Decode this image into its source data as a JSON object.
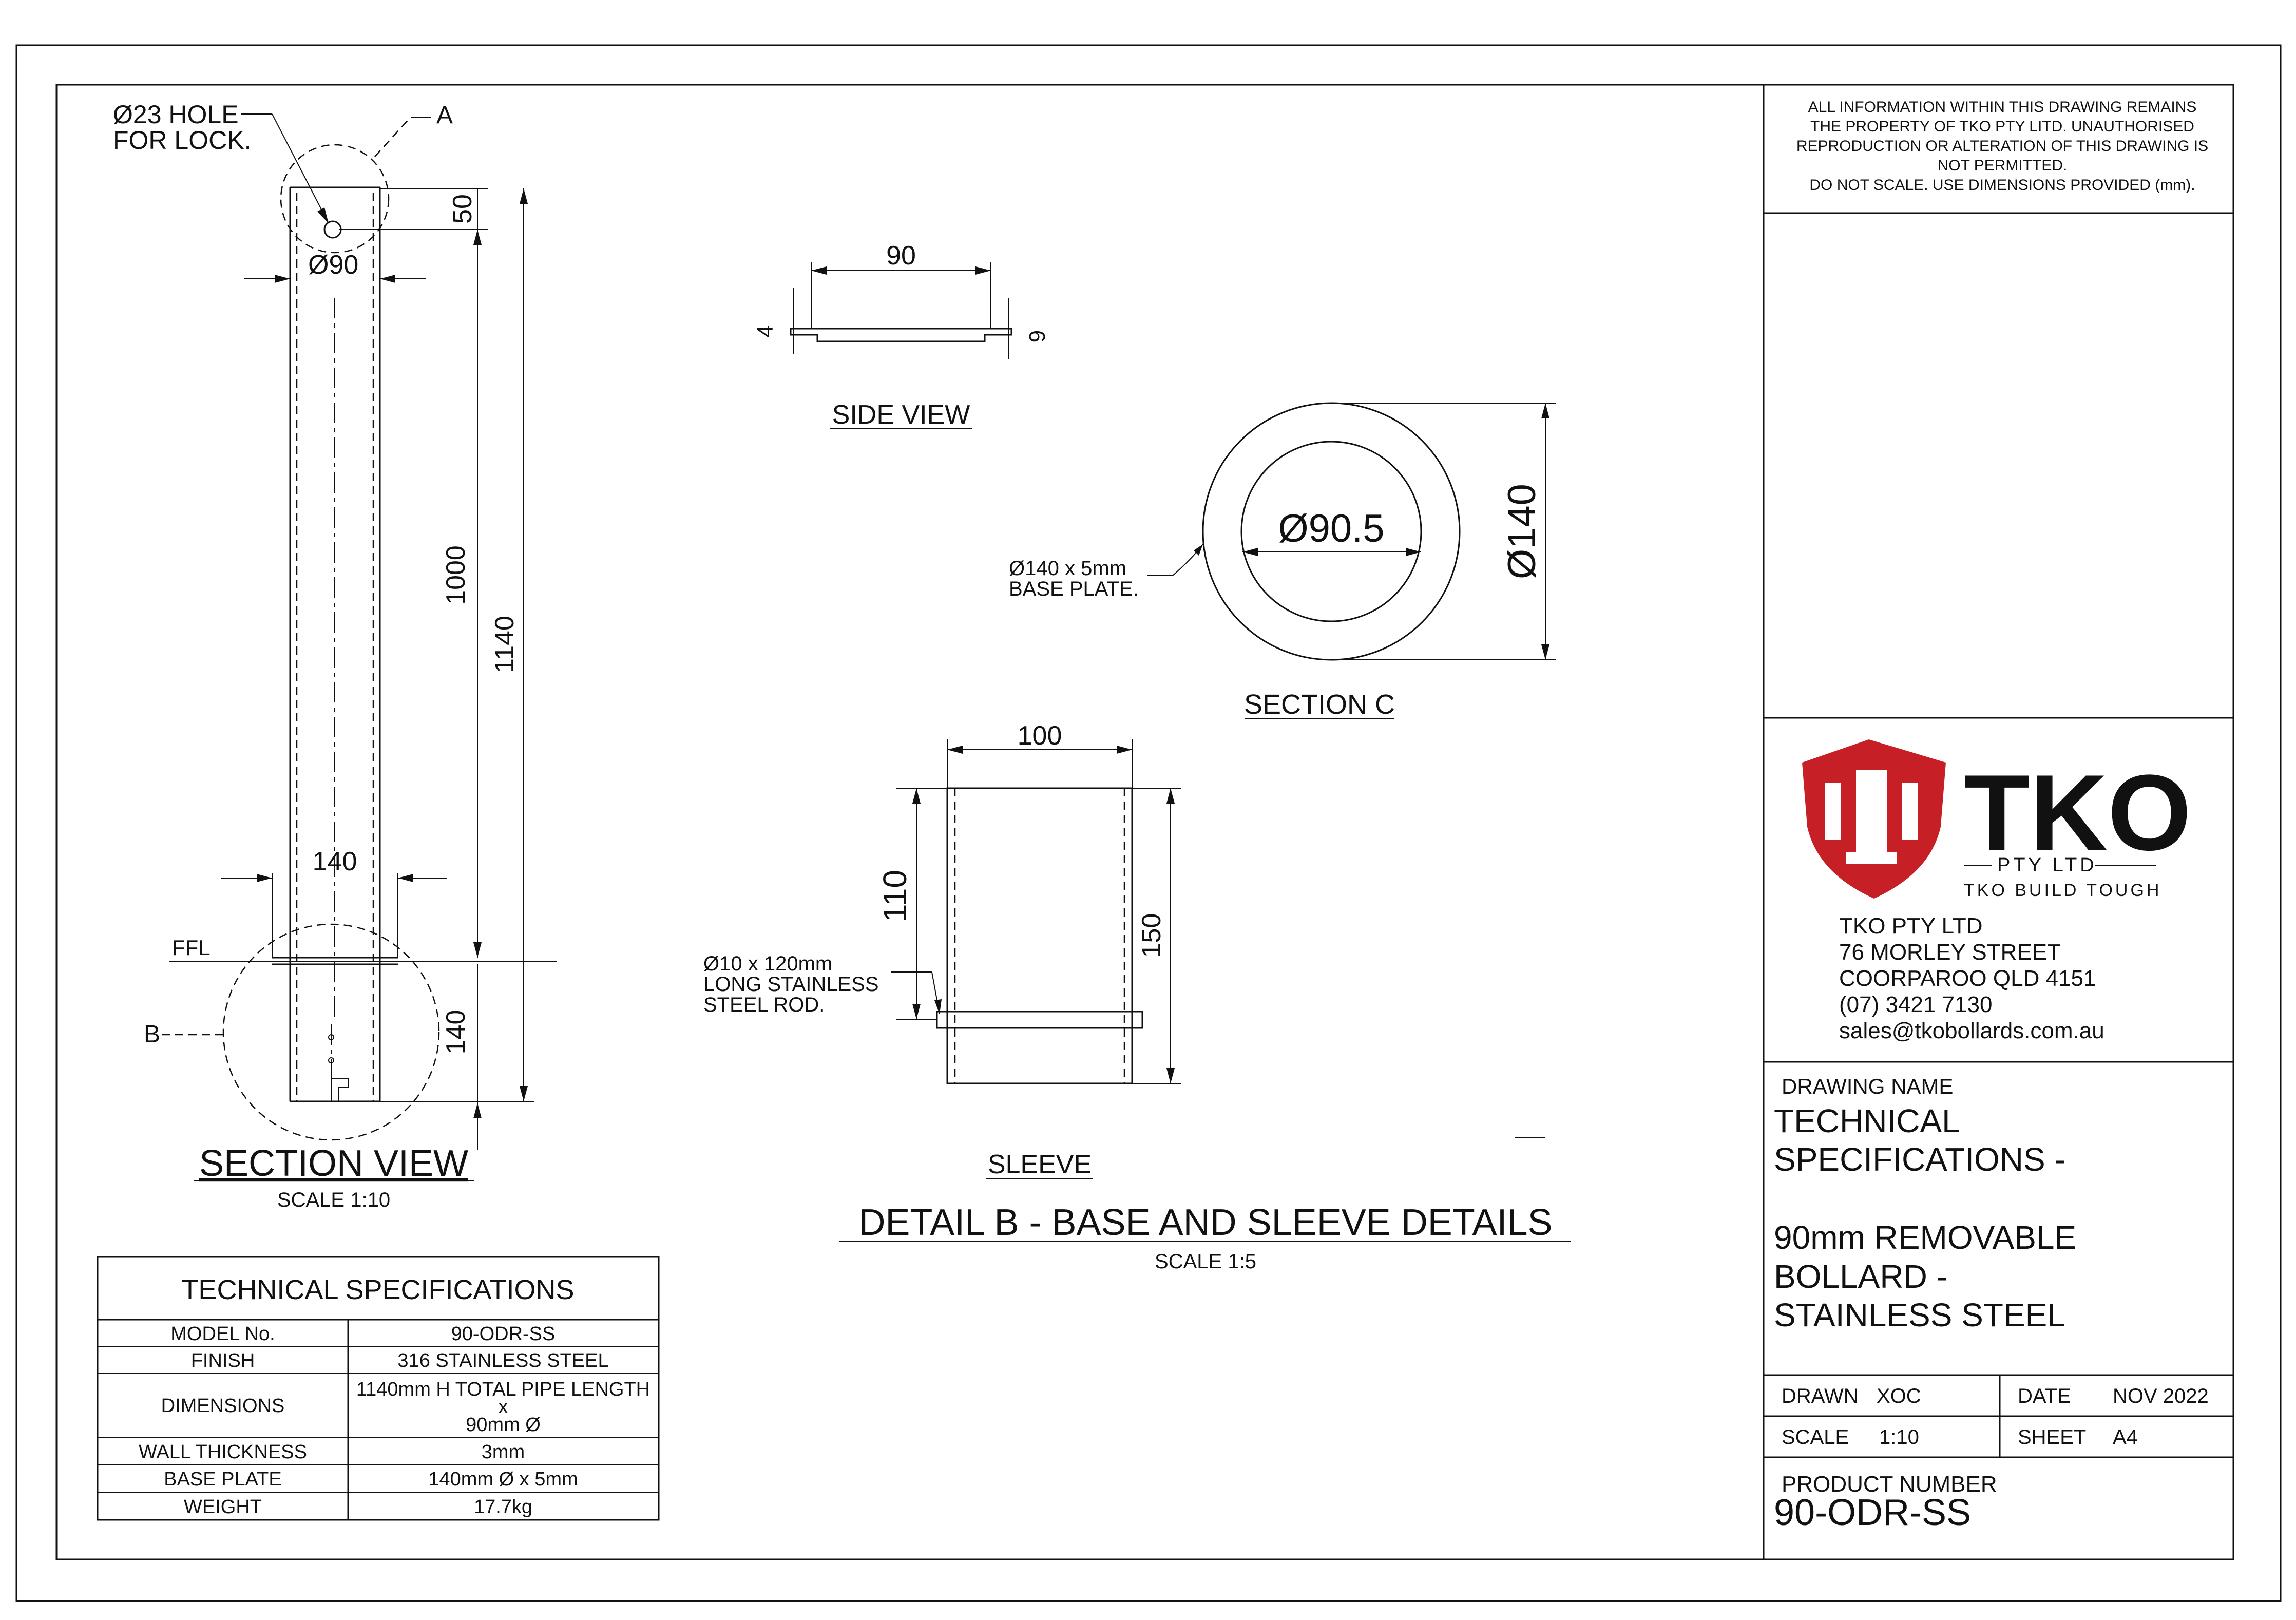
{
  "notice": {
    "lines": [
      "ALL INFORMATION WITHIN THIS DRAWING REMAINS",
      "THE PROPERTY OF TKO PTY LITD. UNAUTHORISED",
      "REPRODUCTION OR ALTERATION OF THIS DRAWING IS",
      "NOT PERMITTED.",
      "DO NOT SCALE. USE DIMENSIONS PROVIDED (mm)."
    ]
  },
  "company": {
    "logo_text": "TKO",
    "logo_sub": "PTY LTD",
    "logo_tagline": "TKO BUILD TOUGH",
    "brand_red": "#c62026",
    "address_lines": [
      "TKO PTY LTD",
      "76 MORLEY STREET",
      "COORPAROO QLD 4151",
      "(07) 3421 7130",
      "sales@tkobollards.com.au"
    ]
  },
  "title_block": {
    "drawing_name_label": "DRAWING NAME",
    "drawing_name_lines": [
      "TECHNICAL",
      "SPECIFICATIONS -",
      "",
      "90mm REMOVABLE",
      "BOLLARD -",
      "STAINLESS STEEL"
    ],
    "drawn_label": "DRAWN",
    "drawn_value": "XOC",
    "date_label": "DATE",
    "date_value": "NOV 2022",
    "scale_label": "SCALE",
    "scale_value": "1:10",
    "sheet_label": "SHEET",
    "sheet_value": "A4",
    "product_number_label": "PRODUCT NUMBER",
    "product_number": "90-ODR-SS"
  },
  "section_view": {
    "hole_note_1": "Ø23 HOLE",
    "hole_note_2": "FOR LOCK.",
    "ref_a": "A",
    "ref_b": "B",
    "dim_top": "50",
    "dim_dia": "Ø90",
    "dim_1000": "1000",
    "dim_1140": "1140",
    "dim_140_width": "140",
    "dim_140_depth": "140",
    "ffl": "FFL",
    "title": "SECTION VIEW",
    "scale": "SCALE 1:10"
  },
  "side_view": {
    "dim_width": "90",
    "dim_4": "4",
    "dim_6": "6",
    "title": "SIDE VIEW"
  },
  "section_c": {
    "dim_inner": "Ø90.5",
    "dim_outer": "Ø140",
    "note_1": "Ø140 x 5mm",
    "note_2": "BASE PLATE.",
    "title": "SECTION C"
  },
  "sleeve": {
    "dim_width": "100",
    "dim_110": "110",
    "dim_150": "150",
    "rod_note_1": "Ø10 x 120mm",
    "rod_note_2": "LONG STAINLESS",
    "rod_note_3": "STEEL ROD.",
    "title": "SLEEVE"
  },
  "detail_b": {
    "title": "DETAIL B - BASE AND SLEEVE DETAILS",
    "scale": "SCALE 1:5"
  },
  "spec_table": {
    "title": "TECHNICAL SPECIFICATIONS",
    "rows": [
      {
        "label": "MODEL No.",
        "value": "90-ODR-SS"
      },
      {
        "label": "FINISH",
        "value": "316 STAINLESS STEEL"
      },
      {
        "label": "DIMENSIONS",
        "value_lines": [
          "1140mm H TOTAL PIPE LENGTH",
          "x",
          "90mm Ø"
        ]
      },
      {
        "label": "WALL THICKNESS",
        "value": "3mm"
      },
      {
        "label": "BASE PLATE",
        "value": "140mm Ø x 5mm"
      },
      {
        "label": "WEIGHT",
        "value": "17.7kg"
      }
    ]
  }
}
